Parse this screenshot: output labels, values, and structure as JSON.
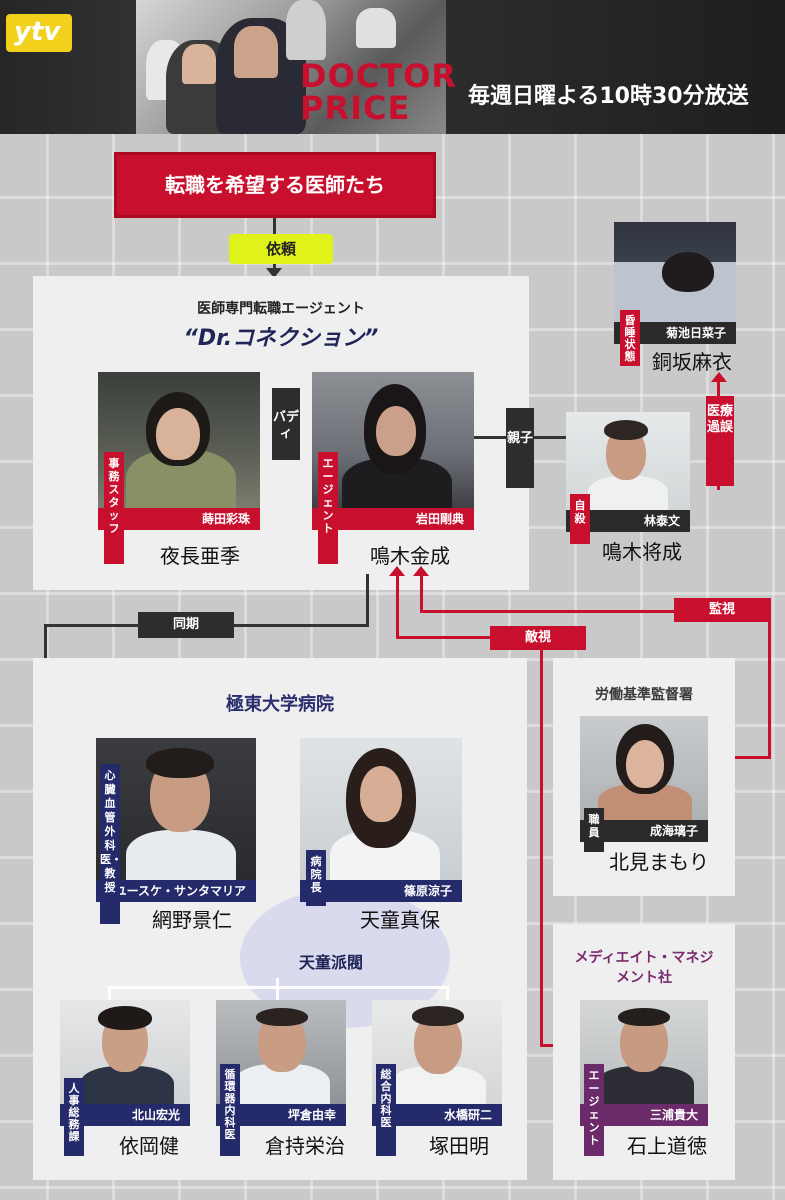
{
  "header": {
    "logo": "ytv",
    "show_title": "DOCTOR PRICE",
    "broadcast": "毎週日曜よる10時30分放送"
  },
  "top_banner": "転職を希望する医師たち",
  "request_label": "依頼",
  "orgs": {
    "agent_sub": "医師専門転職エージェント",
    "agent_main": "“Dr.コネクション”",
    "hospital": "極東大学病院",
    "labor": "労働基準監督署",
    "medi": "メディエイト・マネジメント社",
    "faction": "天童派閥"
  },
  "relations": {
    "buddy": "バディ",
    "parent": "親子",
    "malpractice": "医療過誤",
    "classmate": "同期",
    "hostility": "敵視",
    "surveillance": "監視"
  },
  "characters": [
    {
      "id": "yanaga",
      "actor": "蒔田彩珠",
      "name": "夜長亜季",
      "role": "事務スタッフ"
    },
    {
      "id": "naruki",
      "actor": "岩田剛典",
      "name": "鳴木金成",
      "role": "エージェント"
    },
    {
      "id": "masanari",
      "actor": "林泰文",
      "name": "鳴木将成",
      "role": "自殺"
    },
    {
      "id": "dosaka",
      "actor": "菊池日菜子",
      "name": "銅坂麻衣",
      "role": "昏睡状態"
    },
    {
      "id": "amino",
      "actor": "ユースケ・サンタマリア",
      "name": "網野景仁",
      "role": "心臓血管外科医・教授"
    },
    {
      "id": "tendo",
      "actor": "篠原涼子",
      "name": "天童真保",
      "role": "病院長"
    },
    {
      "id": "kitami",
      "actor": "成海璃子",
      "name": "北見まもり",
      "role": "職員"
    },
    {
      "id": "yorioka",
      "actor": "北山宏光",
      "name": "依岡健",
      "role": "人事総務課"
    },
    {
      "id": "kuramochi",
      "actor": "坪倉由幸",
      "name": "倉持栄治",
      "role": "循環器内科医"
    },
    {
      "id": "tsukada",
      "actor": "水橋研二",
      "name": "塚田明",
      "role": "総合内科医"
    },
    {
      "id": "ishigami",
      "actor": "三浦貴大",
      "name": "石上道徳",
      "role": "エージェント"
    }
  ],
  "colors": {
    "red": "#c8102e",
    "navy": "#252a6b",
    "purple": "#6b2a6a",
    "lime": "#dff21a"
  }
}
